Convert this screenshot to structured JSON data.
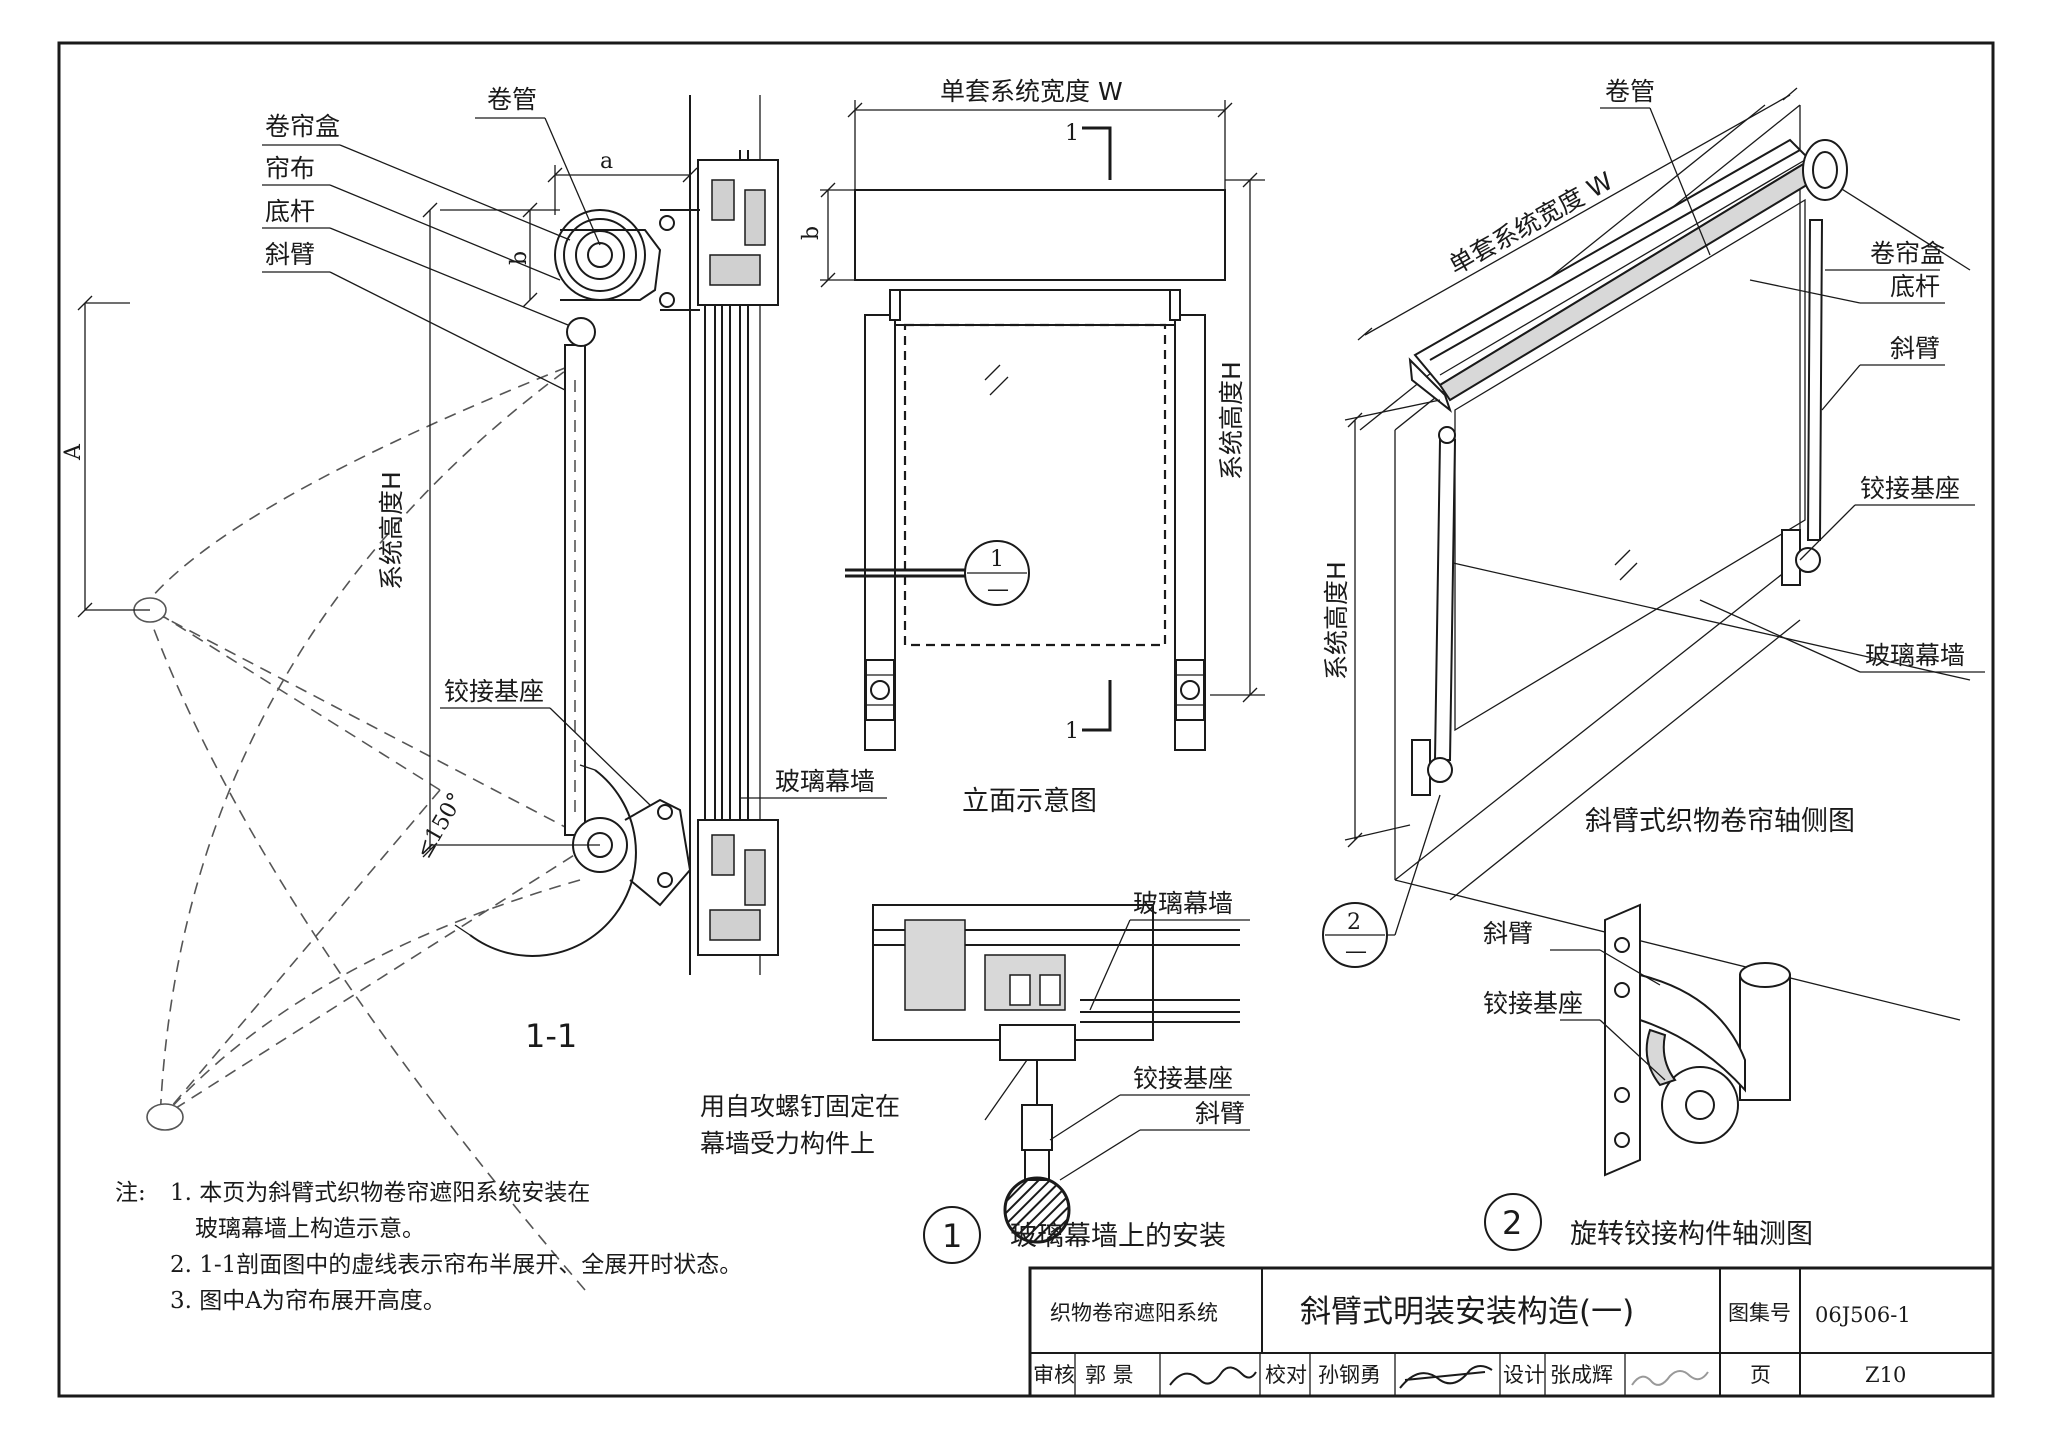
{
  "section_1_1": {
    "labels": {
      "roll_tube": "卷管",
      "roller_box": "卷帘盒",
      "fabric": "帘布",
      "bottom_bar": "底杆",
      "inclined_arm": "斜臂",
      "hinge_base": "铰接基座",
      "glass_curtain_wall": "玻璃幕墙"
    },
    "dims": {
      "a": "a",
      "b": "b",
      "A": "A",
      "height": "系统高度H",
      "angle": "≤150°"
    },
    "title": "1-1"
  },
  "elevation": {
    "width_label": "单套系统宽度 W",
    "height_label": "系统高度H",
    "dim_b": "b",
    "section_mark_top": "1",
    "section_mark_bottom": "1",
    "detail_num": "1",
    "detail_sheet": "—",
    "title": "立面示意图"
  },
  "axonometric": {
    "labels": {
      "roll_tube": "卷管",
      "width": "单套系统宽度 W",
      "roller_box": "卷帘盒",
      "bottom_bar": "底杆",
      "inclined_arm": "斜臂",
      "hinge_base": "铰接基座",
      "glass_curtain_wall": "玻璃幕墙",
      "height": "系统高度H"
    },
    "detail_num": "2",
    "detail_sheet": "—",
    "title": "斜臂式织物卷帘轴侧图"
  },
  "detail_1": {
    "labels": {
      "glass_curtain_wall": "玻璃幕墙",
      "screw_line1": "用自攻螺钉固定在",
      "screw_line2": "幕墙受力构件上",
      "hinge_base": "铰接基座",
      "inclined_arm": "斜臂"
    },
    "num": "1",
    "title": "玻璃幕墙上的安装"
  },
  "detail_2": {
    "labels": {
      "inclined_arm": "斜臂",
      "hinge_base": "铰接基座"
    },
    "num": "2",
    "title": "旋转铰接构件轴测图"
  },
  "notes": {
    "prefix": "注:",
    "line1": "1. 本页为斜臂式织物卷帘遮阳系统安装在",
    "line1b": "玻璃幕墙上构造示意。",
    "line2": "2. 1-1剖面图中的虚线表示帘布半展开、全展开时状态。",
    "line3": "3. 图中A为帘布展开高度。"
  },
  "title_block": {
    "system": "织物卷帘遮阳系统",
    "drawing_title": "斜臂式明装安装构造(一)",
    "atlas_label": "图集号",
    "atlas_no": "06J506-1",
    "review_label": "审核",
    "reviewer": "郭 景",
    "check_label": "校对",
    "checker": "孙钢勇",
    "design_label": "设计",
    "designer": "张成辉",
    "page_label": "页",
    "page_no": "Z10"
  }
}
